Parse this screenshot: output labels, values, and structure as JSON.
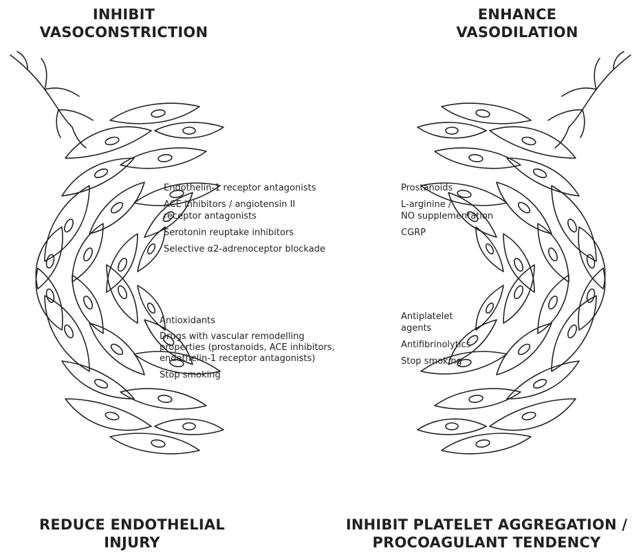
{
  "titles": {
    "top_left": [
      "INHIBIT",
      "VASOCONSTRICTION"
    ],
    "top_right": [
      "ENHANCE",
      "VASODILATION"
    ],
    "bottom_left": [
      "REDUCE ENDOTHELIAL",
      "INJURY"
    ],
    "bottom_right": [
      "INHIBIT PLATELET AGGREGATION /",
      "PROCOAGULANT TENDENCY"
    ]
  },
  "lists": {
    "top_left": [
      "Endothelin-1 receptor antagonists",
      "ACE inhibitors / angiotensin II\nreceptor antagonists",
      "Serotonin reuptake inhibitors",
      "Selective α2-adrenoceptor blockade"
    ],
    "top_right": [
      "Prostanoids",
      "L-arginine /\nNO supplementation",
      "CGRP"
    ],
    "bottom_left": [
      "Antioxidants",
      "Drugs with vascular remodelling\nproperties (prostanoids, ACE inhibitors,\nendothelin-1 receptor antagonists)",
      "Stop smoking"
    ],
    "bottom_right": [
      "Antiplatelet\nagents",
      "Antifibrinolytics",
      "Stop smoking"
    ]
  },
  "illustrations": [
    "nerve-fiber-icon",
    "smooth-muscle-cells-icon"
  ]
}
